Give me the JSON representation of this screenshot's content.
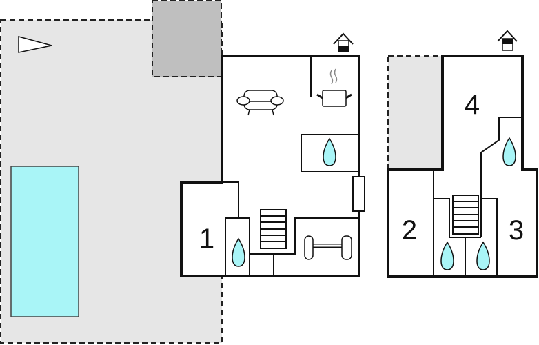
{
  "plan": {
    "rooms": [
      {
        "label": "1"
      },
      {
        "label": "2"
      },
      {
        "label": "3"
      },
      {
        "label": "4"
      }
    ],
    "colors": {
      "terrace": "#e6e6e6",
      "covered": "#bfbfbf",
      "pool": "#a9f5f7",
      "wall": "#111111"
    }
  }
}
